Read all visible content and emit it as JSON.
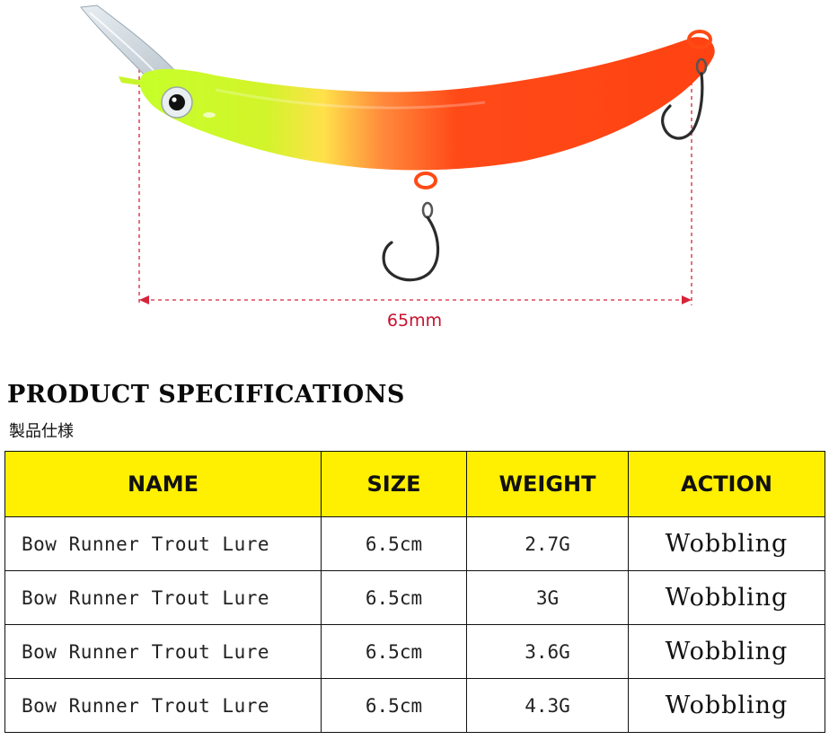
{
  "dimension_label": "65mm",
  "spec": {
    "title": "PRODUCT SPECIFICATIONS",
    "subtitle": "製品仕様",
    "headers": [
      "NAME",
      "SIZE",
      "WEIGHT",
      "ACTION"
    ],
    "rows": [
      {
        "name": "Bow Runner Trout Lure",
        "size": "6.5cm",
        "weight": "2.7G",
        "action": "Wobbling"
      },
      {
        "name": "Bow Runner Trout Lure",
        "size": "6.5cm",
        "weight": "3G",
        "action": "Wobbling"
      },
      {
        "name": "Bow Runner Trout Lure",
        "size": "6.5cm",
        "weight": "3.6G",
        "action": "Wobbling"
      },
      {
        "name": "Bow Runner Trout Lure",
        "size": "6.5cm",
        "weight": "4.3G",
        "action": "Wobbling"
      }
    ]
  },
  "colors": {
    "lure_head": "#c8ff1e",
    "lure_body": "#ff4a14",
    "dimension": "#c8102e",
    "header_bg": "#ffef00"
  },
  "icons": [
    "fishing-lure-icon",
    "hook-icon"
  ]
}
